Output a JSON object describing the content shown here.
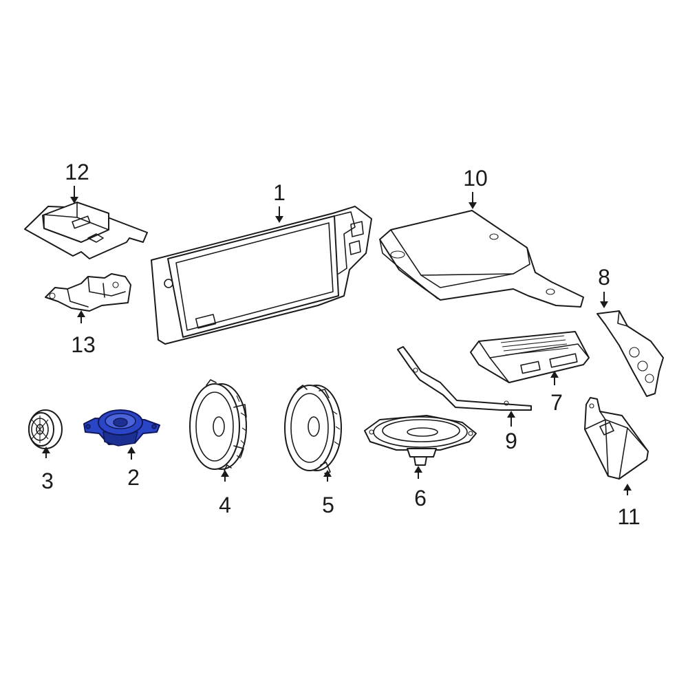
{
  "diagram": {
    "highlight_color": "#2a45c6",
    "highlighted_part": "2",
    "callouts": [
      {
        "id": "c1",
        "label": "1"
      },
      {
        "id": "c2",
        "label": "2"
      },
      {
        "id": "c3",
        "label": "3"
      },
      {
        "id": "c4",
        "label": "4"
      },
      {
        "id": "c5",
        "label": "5"
      },
      {
        "id": "c6",
        "label": "6"
      },
      {
        "id": "c7",
        "label": "7"
      },
      {
        "id": "c8",
        "label": "8"
      },
      {
        "id": "c9",
        "label": "9"
      },
      {
        "id": "c10",
        "label": "10"
      },
      {
        "id": "c11",
        "label": "11"
      },
      {
        "id": "c12",
        "label": "12"
      },
      {
        "id": "c13",
        "label": "13"
      }
    ]
  }
}
